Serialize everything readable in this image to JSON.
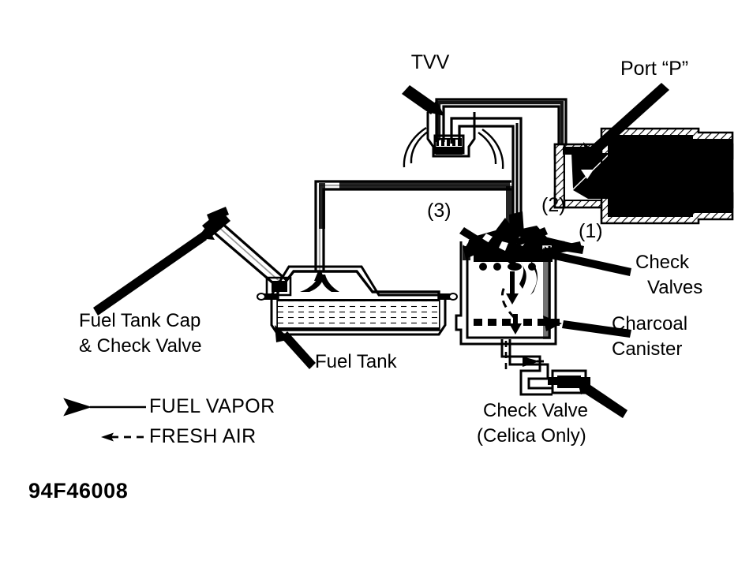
{
  "figure": {
    "title_code": "94F46008",
    "subject": "Fuel tank evaporative emission control system",
    "ink_color": "#000000",
    "background_color": "#ffffff"
  },
  "callouts": {
    "tvv": "TVV",
    "port_p": "Port “P”",
    "number_3": "(3)",
    "number_2": "(2)",
    "number_1": "(1)",
    "check_valves_line1": "Check",
    "check_valves_line2": "Valves",
    "charcoal_line1": "Charcoal",
    "charcoal_line2": "Canister",
    "fuel_tank_cap_line1": "Fuel Tank Cap",
    "fuel_tank_cap_line2": "& Check Valve",
    "fuel_tank": "Fuel Tank",
    "check_valve_celica_line1": "Check Valve",
    "check_valve_celica_line2": "(Celica Only)"
  },
  "legend": {
    "items": [
      {
        "label": "FUEL VAPOR",
        "line_style": "solid",
        "arrow": "left"
      },
      {
        "label": "FRESH AIR",
        "line_style": "dashed",
        "arrow": "left"
      }
    ]
  },
  "components": [
    {
      "name": "tvv-valve",
      "label": "TVV"
    },
    {
      "name": "throttle-body-port-p",
      "label": "Port “P”"
    },
    {
      "name": "check-valve-assembly",
      "label": "Check Valves"
    },
    {
      "name": "charcoal-canister",
      "label": "Charcoal Canister"
    },
    {
      "name": "fuel-tank",
      "label": "Fuel Tank"
    },
    {
      "name": "fuel-tank-cap",
      "label": "Fuel Tank Cap & Check Valve"
    },
    {
      "name": "celica-check-valve",
      "label": "Check Valve (Celica Only)"
    }
  ]
}
